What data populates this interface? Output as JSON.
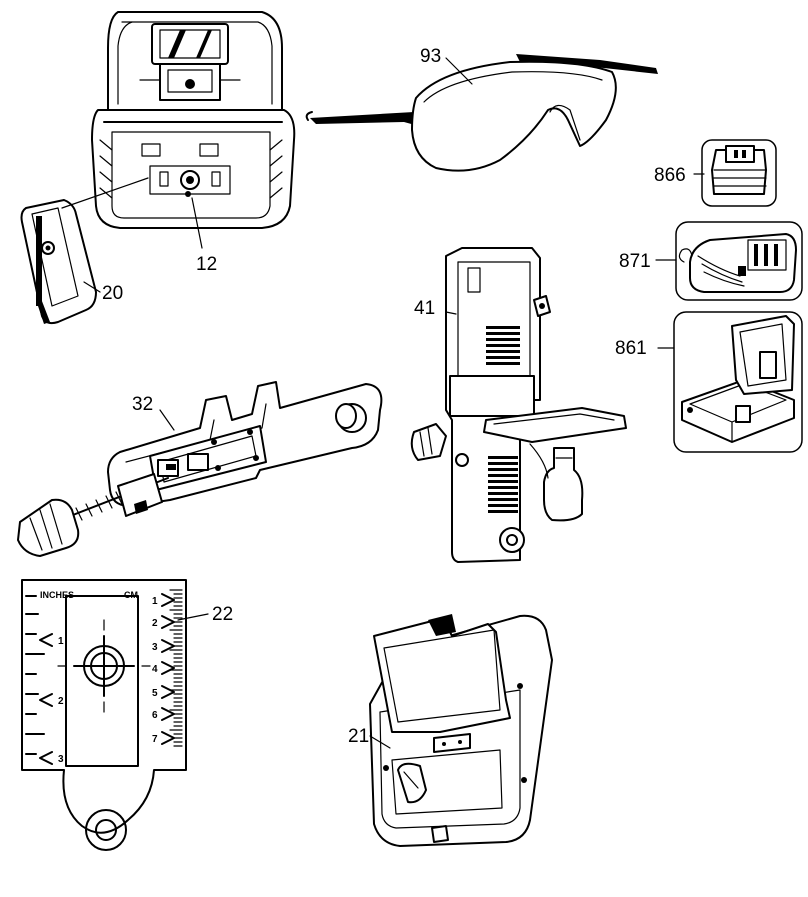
{
  "callouts": {
    "glasses": "93",
    "battery": "866",
    "charger": "871",
    "case_small": "861",
    "mount_screw": "12",
    "clip": "20",
    "wall_mount": "41",
    "clamp": "32",
    "target_card": "22",
    "kit_box": "21"
  },
  "target_card": {
    "left_scale_label": "INCHES",
    "right_scale_label": "CM",
    "inch_marks": [
      "1",
      "2",
      "3"
    ],
    "cm_marks": [
      "1",
      "2",
      "3",
      "4",
      "5",
      "6",
      "7"
    ]
  }
}
